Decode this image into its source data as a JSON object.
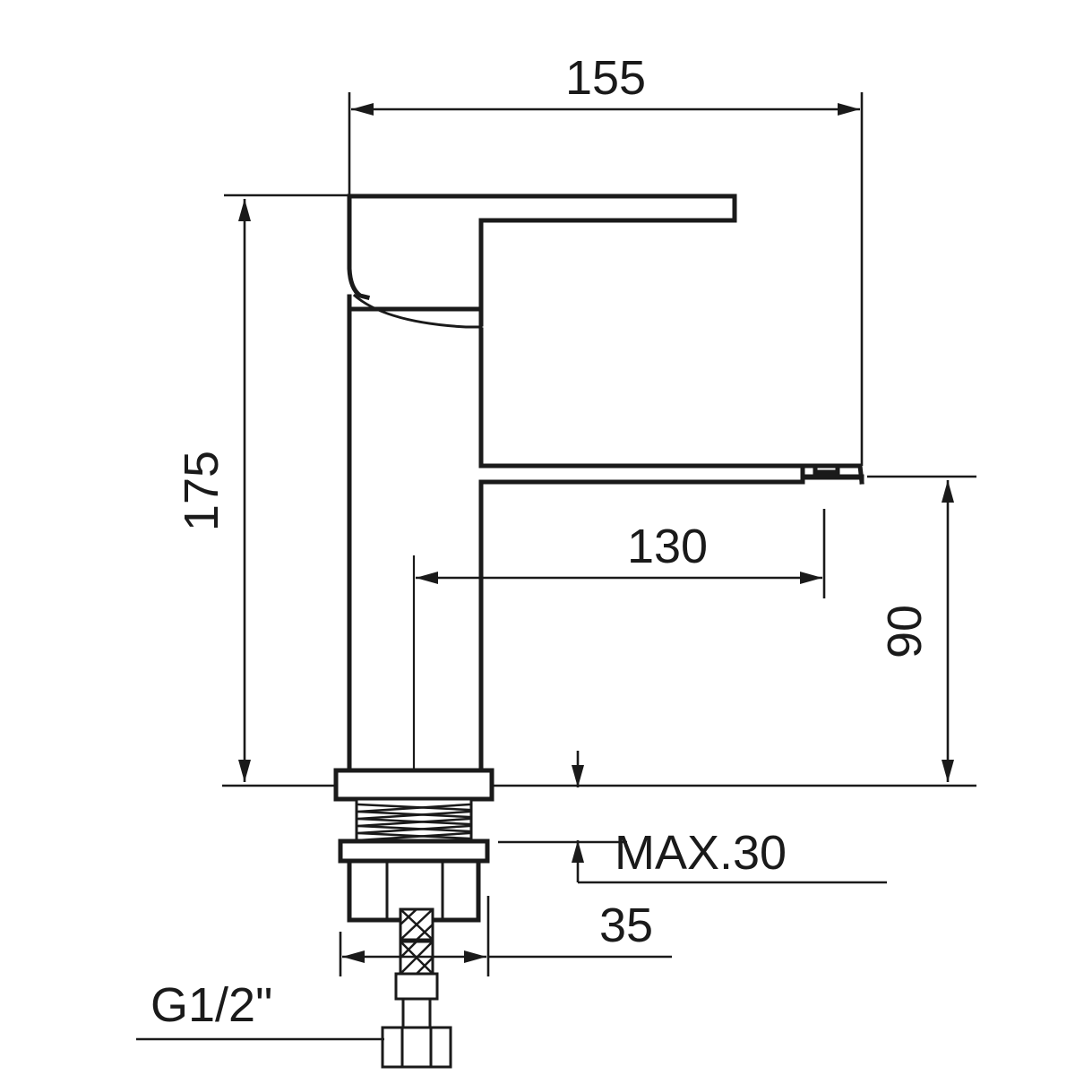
{
  "drawing": {
    "title": "Basin Mixer Tap Dimension Drawing",
    "subject": "single-lever basin mixer faucet",
    "projection": "side elevation",
    "units": "mm",
    "line_color": "#1a1a1a",
    "background_color": "#ffffff"
  },
  "dimensions": {
    "overall_width": {
      "value": "155",
      "label": "155",
      "orientation": "horizontal",
      "position": "top",
      "description": "overall body width from handle back to spout tip"
    },
    "overall_height": {
      "value": "175",
      "label": "175",
      "orientation": "vertical",
      "position": "left",
      "description": "total height from mounting surface to top of lever"
    },
    "spout_reach": {
      "value": "130",
      "label": "130",
      "orientation": "horizontal",
      "position": "middle",
      "description": "spout reach from centerline to aerator"
    },
    "spout_height": {
      "value": "90",
      "label": "90",
      "orientation": "vertical",
      "position": "right",
      "description": "spout outlet height above mounting surface"
    },
    "max_deck_thickness": {
      "value": "MAX.30",
      "label": "MAX.30",
      "orientation": "vertical",
      "position": "lower-right",
      "description": "maximum mounting deck thickness"
    },
    "base_width": {
      "value": "35",
      "label": "35",
      "orientation": "horizontal",
      "position": "bottom",
      "description": "base escutcheon diameter"
    },
    "inlet_thread": {
      "value": "G1/2\"",
      "label": "G1/2\"",
      "orientation": "leader",
      "position": "bottom-left",
      "description": "inlet hose connector thread size"
    }
  },
  "callouts": [
    {
      "id": "dim-155",
      "text": "155"
    },
    {
      "id": "dim-175",
      "text": "175"
    },
    {
      "id": "dim-130",
      "text": "130"
    },
    {
      "id": "dim-90",
      "text": "90"
    },
    {
      "id": "dim-max30",
      "text": "MAX.30"
    },
    {
      "id": "dim-35",
      "text": "35"
    },
    {
      "id": "dim-g12",
      "text": "G1/2\""
    }
  ],
  "components": [
    {
      "name": "lever-handle",
      "description": "flat rectangular lever handle, top of faucet"
    },
    {
      "name": "handle-pivot-cap",
      "description": "curved cap under lever"
    },
    {
      "name": "faucet-body-column",
      "description": "vertical square column body"
    },
    {
      "name": "spout-arm",
      "description": "horizontal spout arm extending right"
    },
    {
      "name": "aerator-outlet",
      "description": "small rectangular outlet at spout tip"
    },
    {
      "name": "base-escutcheon",
      "description": "mounting base flange"
    },
    {
      "name": "threaded-shank",
      "description": "hatched threaded mounting shank"
    },
    {
      "name": "mounting-nut",
      "description": "hex mounting nut below deck"
    },
    {
      "name": "braided-hose",
      "description": "flexible braided supply hose"
    },
    {
      "name": "hose-hex-fitting",
      "description": "hex nut inlet connector"
    }
  ]
}
